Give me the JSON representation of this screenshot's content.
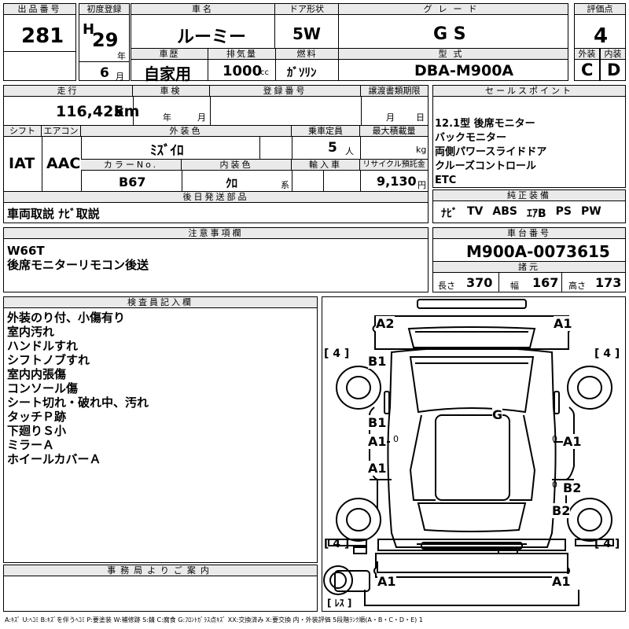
{
  "lot": {
    "label": "出品番号",
    "value": "281"
  },
  "registration": {
    "label": "初度登録",
    "era": "H",
    "year": "29",
    "year_unit": "年",
    "month": "6",
    "month_unit": "月"
  },
  "car_name": {
    "label": "車名",
    "value": "ルーミー"
  },
  "door": {
    "label": "ドア形状",
    "value": "5W"
  },
  "grade": {
    "label": "グレード",
    "value": "G S"
  },
  "score": {
    "label": "評価点",
    "value": "4"
  },
  "history": {
    "label": "車歴",
    "value": "自家用"
  },
  "displacement": {
    "label": "排気量",
    "value": "1000",
    "unit": "cc"
  },
  "fuel": {
    "label": "燃料",
    "value": "ｶﾞｿﾘﾝ"
  },
  "model": {
    "label": "型式",
    "value": "DBA-M900A"
  },
  "exterior_score": {
    "label": "外装",
    "value": "C"
  },
  "interior_score": {
    "label": "内装",
    "value": "D"
  },
  "mileage": {
    "label": "走行",
    "value": "116,425",
    "unit": "km"
  },
  "inspection": {
    "label": "車検",
    "year_unit": "年",
    "month_unit": "月"
  },
  "plate": {
    "label": "登録番号"
  },
  "handover": {
    "label": "譲渡書類期限",
    "month_unit": "月",
    "day_unit": "日"
  },
  "shift": {
    "label": "シフト",
    "value": "IAT"
  },
  "aircon": {
    "label": "エアコン",
    "value": "AAC"
  },
  "exterior_color": {
    "label": "外装色",
    "value": "ﾐｽﾞｲﾛ"
  },
  "capacity": {
    "label": "乗車定員",
    "value": "5",
    "unit": "人"
  },
  "max_load": {
    "label": "最大積載量",
    "unit": "kg"
  },
  "color_no": {
    "label": "カラーNo.",
    "value": "B67"
  },
  "interior_color": {
    "label": "内装色",
    "value": "ｸﾛ",
    "unit": "系"
  },
  "import": {
    "label": "輸入車"
  },
  "recycle": {
    "label": "リサイクル預託金",
    "value": "9,130",
    "unit": "円"
  },
  "sales_points": {
    "label": "セールスポイント",
    "lines": [
      "12.1型 後席モニター",
      "バックモニター",
      "両側パワースライドドア",
      "クルーズコントロール",
      "ETC"
    ]
  },
  "later_parts": {
    "label": "後日発送部品",
    "value": "車両取説 ﾅﾋﾞ取説"
  },
  "equipment": {
    "label": "純正装備",
    "items": [
      "ﾅﾋﾞ",
      "TV",
      "ABS",
      "ｴｱB",
      "PS",
      "PW"
    ]
  },
  "notes": {
    "label": "注意事項欄",
    "lines": [
      "W66T",
      "後席モニターリモコン後送"
    ]
  },
  "chassis": {
    "label": "車台番号",
    "value": "M900A-0073615"
  },
  "specs": {
    "label": "諸元",
    "length_label": "長さ",
    "length": "370",
    "width_label": "幅",
    "width": "167",
    "height_label": "高さ",
    "height": "173"
  },
  "inspector": {
    "label": "検査員記入欄",
    "lines": [
      "外装のり付、小傷有り",
      "室内汚れ",
      "ハンドルすれ",
      "シフトノブすれ",
      "室内内張傷",
      "コンソール傷",
      "シート切れ・破れ中、汚れ",
      "タッチＰ跡",
      "下廻りＳ小",
      "ミラーＡ",
      "ホイールカバーＡ"
    ]
  },
  "office": {
    "label": "事務局よりご案内"
  },
  "diagram": {
    "marks": {
      "front_left": "A2",
      "front_right": "A1",
      "left_front_fender": "B1",
      "left_front_door": "B1",
      "left_front_door_sub": "A1",
      "left_rear_door": "A1",
      "roof": "G",
      "right_front_door": "A1",
      "right_rear_door": "B2",
      "right_rear_fender": "B2",
      "rear_left": "A1",
      "rear_right": "A1"
    },
    "tires": {
      "fl": "4",
      "fr": "4",
      "rl": "4",
      "rr": "4"
    },
    "spare": "ﾚｽ",
    "zero": "0"
  },
  "legend": "A:ｷｽﾞ U:ﾍｺﾐ B:ｷｽﾞを伴うﾍｺﾐ P:要塗装 W:補修跡 S:錆 C:腐食 G:ﾌﾛﾝﾄｶﾞﾗｽ点ｷｽﾞ XX:交換済み X:要交換 内・外装評価 5段階ﾗﾝｸ順(A・B・C・D・E) 1"
}
